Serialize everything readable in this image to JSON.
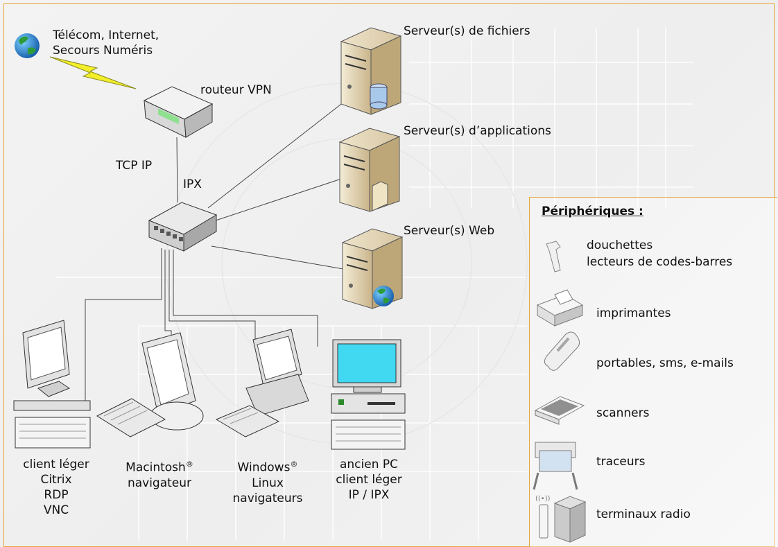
{
  "network": {
    "telecom_line1": "Télécom, Internet,",
    "telecom_line2": "Secours Numéris",
    "router_label": "routeur VPN",
    "protocol_tcpip": "TCP IP",
    "protocol_ipx": "IPX",
    "server_files": "Serveur(s) de fichiers",
    "server_apps": "Serveur(s) d’applications",
    "server_web": "Serveur(s) Web"
  },
  "clients": [
    {
      "lines": [
        "client léger",
        "Citrix",
        "RDP",
        "VNC"
      ]
    },
    {
      "lines": [
        "Macintosh",
        "navigateur"
      ],
      "reg": "®"
    },
    {
      "lines": [
        "Windows",
        "Linux",
        "navigateurs"
      ],
      "reg": "®"
    },
    {
      "lines": [
        "ancien PC",
        "client léger",
        "IP / IPX"
      ]
    }
  ],
  "legend": {
    "title": "Périphériques :",
    "items": [
      {
        "icon": "barcode-scanner-icon",
        "lines": [
          "douchettes",
          "lecteurs de codes-barres"
        ]
      },
      {
        "icon": "printer-icon",
        "lines": [
          "imprimantes"
        ]
      },
      {
        "icon": "mobile-phone-icon",
        "lines": [
          "portables, sms, e-mails"
        ]
      },
      {
        "icon": "flatbed-scanner-icon",
        "lines": [
          "scanners"
        ]
      },
      {
        "icon": "plotter-icon",
        "lines": [
          "traceurs"
        ]
      },
      {
        "icon": "radio-terminal-icon",
        "lines": [
          "terminaux radio"
        ]
      }
    ]
  },
  "colors": {
    "frame": "#e8a33a",
    "lightning": "#f2ee2a",
    "screen_blue": "#41d8f2"
  }
}
